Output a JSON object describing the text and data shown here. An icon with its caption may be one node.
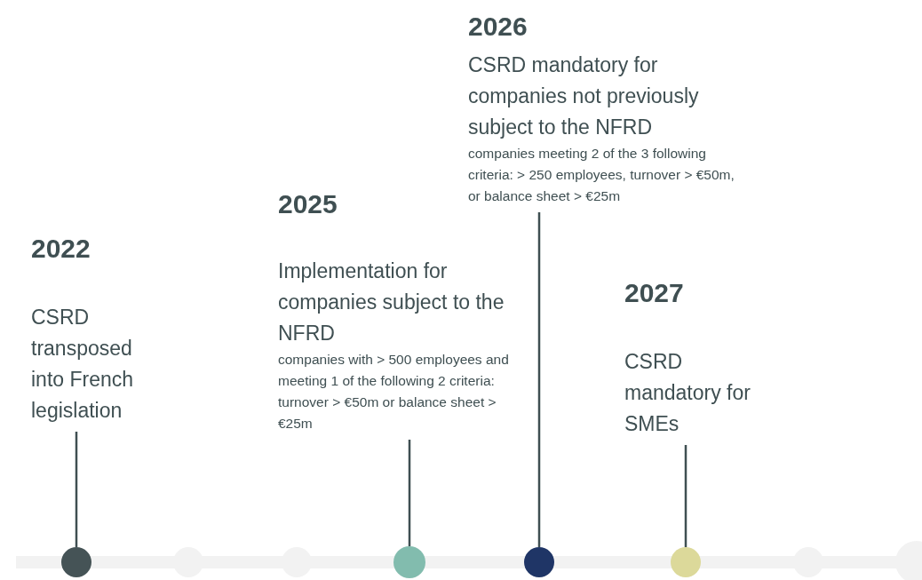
{
  "diagram": {
    "nodes": [
      {
        "text": [
          "2022",
          "CSRD transposed into French legislation"
        ]
      },
      {
        "text": [
          "2025",
          "Implementation for companies subject to the NFRD",
          "companies with > 500 employees and meeting 1 of the following 2 criteria: turnover > €50m or balance sheet > €25m"
        ]
      },
      {
        "text": [
          "2026",
          "CSRD mandatory for companies not previously subject to the NFRD",
          "companies meeting 2 of the 3 following criteria: > 250 employees, turnover > €50m, or balance sheet > €25m"
        ]
      },
      {
        "text": [
          "2027",
          "CSRD mandatory for SMEs"
        ]
      },
      {
        "text": [],
        "shape": "circle"
      },
      {
        "text": [],
        "shape": "circle"
      },
      {
        "text": [],
        "shape": "circle"
      },
      {
        "text": [],
        "shape": "circle"
      },
      {
        "text": [],
        "shape": "circle"
      },
      {
        "text": [],
        "shape": "circle"
      },
      {
        "text": [],
        "shape": "circle"
      },
      {
        "text": [],
        "shape": "circle"
      }
    ],
    "edges": [
      {
        "from": 0,
        "to": 4,
        "arrow": "none"
      },
      {
        "from": 1,
        "to": 7,
        "arrow": "none"
      },
      {
        "from": 2,
        "to": 8,
        "arrow": "none"
      },
      {
        "from": 3,
        "to": 9,
        "arrow": "none"
      }
    ]
  }
}
